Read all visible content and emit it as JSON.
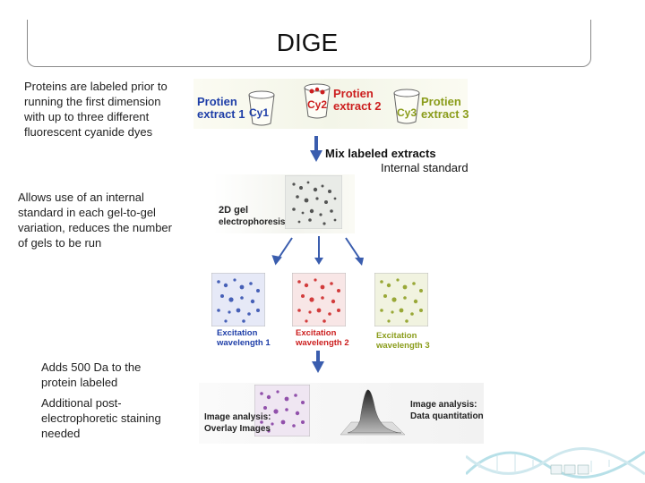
{
  "slide": {
    "title": "DIGE",
    "notes": [
      "Proteins are labeled prior to running the first dimension with up to three different fluorescent cyanide dyes",
      "Allows use of an internal standard in each gel-to-gel variation, reduces the number of gels to be run",
      "Adds 500 Da to the protein labeled",
      "Additional post-electrophoretic staining needed"
    ]
  },
  "diagram": {
    "extracts": [
      {
        "label_line1": "Protien",
        "label_line2": "extract 1",
        "dye": "Cy1",
        "color": "#1f3fa8"
      },
      {
        "label_line1": "Protien",
        "label_line2": "extract 2",
        "dye": "Cy2",
        "color": "#cc1f1f"
      },
      {
        "label_line1": "Protien",
        "label_line2": "extract 3",
        "dye": "Cy3",
        "color": "#8a9c1a"
      }
    ],
    "mix_label": "Mix labeled extracts",
    "internal_standard": "Internal standard",
    "gel_label_line1": "2D gel",
    "gel_label_line2": "electrophoresis",
    "excitations": [
      {
        "line1": "Excitation",
        "line2": "wavelength 1",
        "color": "#1f3fa8"
      },
      {
        "line1": "Excitation",
        "line2": "wavelength 2",
        "color": "#cc1f1f"
      },
      {
        "line1": "Excitation",
        "line2": "wavelength 3",
        "color": "#8a9c1a"
      }
    ],
    "analysis_left_line1": "Image analysis:",
    "analysis_left_line2": "Overlay Images",
    "analysis_right_line1": "Image analysis:",
    "analysis_right_line2": "Data quantitation"
  },
  "colors": {
    "arrow": "#3a5dae",
    "blue": "#1f3fa8",
    "red": "#cc1f1f",
    "green": "#8a9c1a"
  }
}
